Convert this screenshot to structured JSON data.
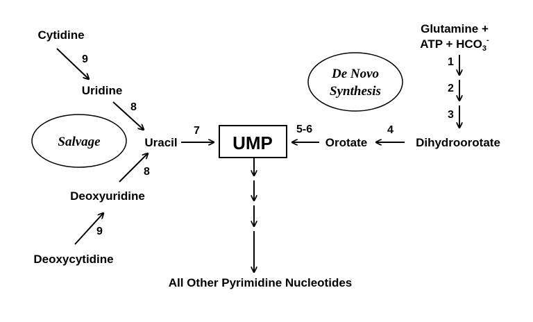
{
  "nodes": {
    "cytidine": "Cytidine",
    "uridine": "Uridine",
    "uracil": "Uracil",
    "deoxyuridine": "Deoxyuridine",
    "deoxycytidine": "Deoxycytidine",
    "ump": "UMP",
    "orotate": "Orotate",
    "dihydroorotate": "Dihydroorotate",
    "glutamine_line": "Glutamine +",
    "atp_hco3_main": "ATP + HCO",
    "hco3_sub": "3",
    "hco3_sup": "-",
    "all_other": "All Other Pyrimidine Nucleotides"
  },
  "regions": {
    "salvage": "Salvage",
    "de_novo_line1": "De Novo",
    "de_novo_line2": "Synthesis"
  },
  "steps": {
    "cytidine_to_uridine": "9",
    "uridine_to_uracil": "8",
    "deoxyuridine_to_uracil": "8",
    "deoxycytidine_to_deoxyuridine": "9",
    "uracil_to_ump": "7",
    "orotate_to_ump": "5-6",
    "dihydroorotate_to_orotate": "4",
    "step_1": "1",
    "step_2": "2",
    "step_3": "3"
  }
}
